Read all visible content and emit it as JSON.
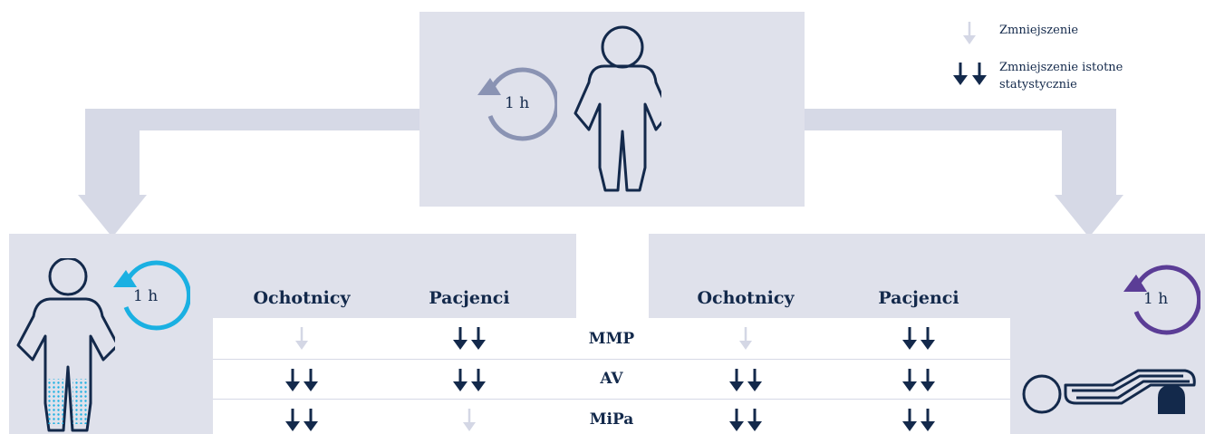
{
  "legend": {
    "decrease_label": "Zmniejszenie",
    "significant_label_line1": "Zmniejszenie istotne",
    "significant_label_line2": "statystycznie"
  },
  "top_panel": {
    "timer_label": "1 h"
  },
  "left_panel": {
    "timer_label": "1 h"
  },
  "right_panel": {
    "timer_label": "1 h"
  },
  "columns": {
    "left_volunteers": "Ochotnicy",
    "left_patients": "Pacjenci",
    "right_volunteers": "Ochotnicy",
    "right_patients": "Pacjenci"
  },
  "rows": [
    {
      "label": "MMP",
      "left_volunteers": "decrease",
      "left_patients": "significant",
      "right_volunteers": "decrease",
      "right_patients": "significant"
    },
    {
      "label": "AV",
      "left_volunteers": "significant",
      "left_patients": "significant",
      "right_volunteers": "significant",
      "right_patients": "significant"
    },
    {
      "label": "MiPa",
      "left_volunteers": "significant",
      "left_patients": "decrease",
      "right_volunteers": "significant",
      "right_patients": "significant"
    }
  ],
  "colors": {
    "panel_bg": "#dfe1eb",
    "navy": "#13294b",
    "light_arrow": "#d4d7e5",
    "timer_gray": "#8a93b3",
    "timer_cyan": "#1ab0e2",
    "timer_purple": "#5b3d96"
  }
}
